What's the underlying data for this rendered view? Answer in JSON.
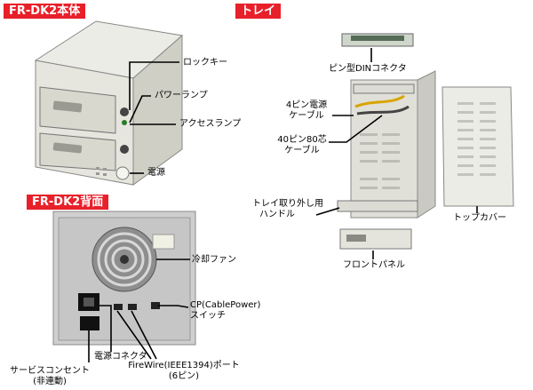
{
  "sections": {
    "body_title": "FR-DK2本体",
    "tray_title": "トレイ",
    "back_title": "FR-DK2背面"
  },
  "front_labels": {
    "lock_key": "ロックキー",
    "power_lamp": "パワーランプ",
    "access_lamp": "アクセスランプ",
    "power": "電源"
  },
  "tray_labels": {
    "din_connector": "ピン型DINコネクタ",
    "power_cable_line1": "4ピン電源",
    "power_cable_line2": "ケーブル",
    "ide_cable_line1": "40ピン80芯",
    "ide_cable_line2": "ケーブル",
    "handle_line1": "トレイ取り外し用",
    "handle_line2": "ハンドル",
    "top_cover": "トップカバー",
    "front_panel": "フロントパネル"
  },
  "back_labels": {
    "fan": "冷却ファン",
    "cp_switch_line1": "CP(CablePower)",
    "cp_switch_line2": "スイッチ",
    "power_connector": "電源コネクタ",
    "service_outlet_line1": "サービスコンセント",
    "service_outlet_line2": "(非連動)",
    "firewire_line1": "FireWire(IEEE1394)ポート",
    "firewire_line2": "(6ピン)"
  },
  "colors": {
    "header_red": "#e8202a",
    "casing": "#e6e6de",
    "casing_dark": "#b9b9b0",
    "back_panel": "#cfcfcf"
  }
}
